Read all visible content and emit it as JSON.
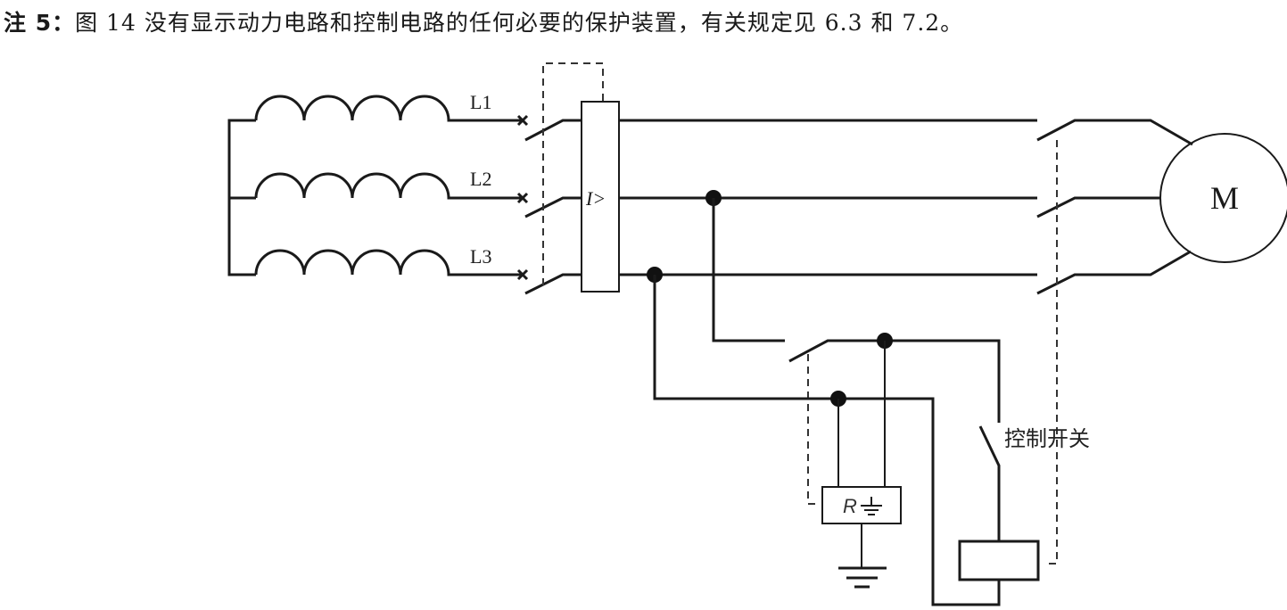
{
  "note": {
    "prefix": "注 5：",
    "text": "图 14 没有显示动力电路和控制电路的任何必要的保护装置，有关规定见 6.3 和 7.2。"
  },
  "diagram": {
    "phase_labels": [
      "L1",
      "L2",
      "L3"
    ],
    "overcurrent_relay_label": "I>",
    "motor_label": "M",
    "insulation_monitor_label": "R⏚",
    "control_switch_label": "控制开关"
  }
}
